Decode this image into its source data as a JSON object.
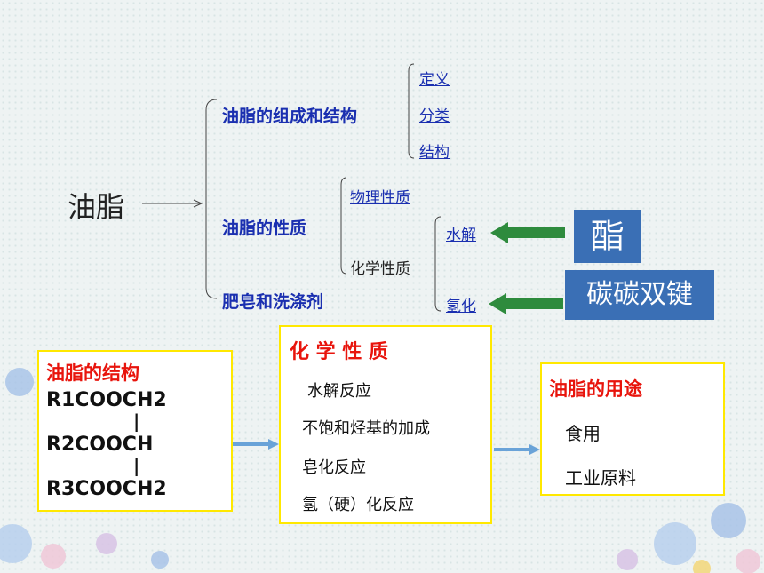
{
  "diagram": {
    "root": "油脂",
    "branches": [
      {
        "label": "油脂的组成和结构",
        "children": [
          "定义",
          "分类",
          "结构"
        ]
      },
      {
        "label": "油脂的性质",
        "children": [
          "物理性质",
          "化学性质"
        ],
        "chemical_children": [
          "水解",
          "氢化"
        ]
      },
      {
        "label": "肥皂和洗涤剂"
      }
    ],
    "tags": {
      "hydrolysis": "酯",
      "hydrogenation": "碳碳双键"
    }
  },
  "structure_box": {
    "title": "油脂的结构",
    "lines": [
      "R1COOCH2",
      "R2COOCH",
      "R3COOCH2"
    ],
    "bond": "|"
  },
  "chem_box": {
    "title": "化 学 性 质",
    "items": [
      "水解反应",
      "不饱和烃基的加成",
      "皂化反应",
      "氢（硬）化反应"
    ]
  },
  "use_box": {
    "title": "油脂的用途",
    "items": [
      "食用",
      "工业原料"
    ]
  },
  "colors": {
    "accent": "#1a2fb0",
    "highlight": "#e8140c",
    "box_border": "#ffe800",
    "arrow": "#2e8b3d",
    "tag_bg": "#3a6fb5"
  }
}
